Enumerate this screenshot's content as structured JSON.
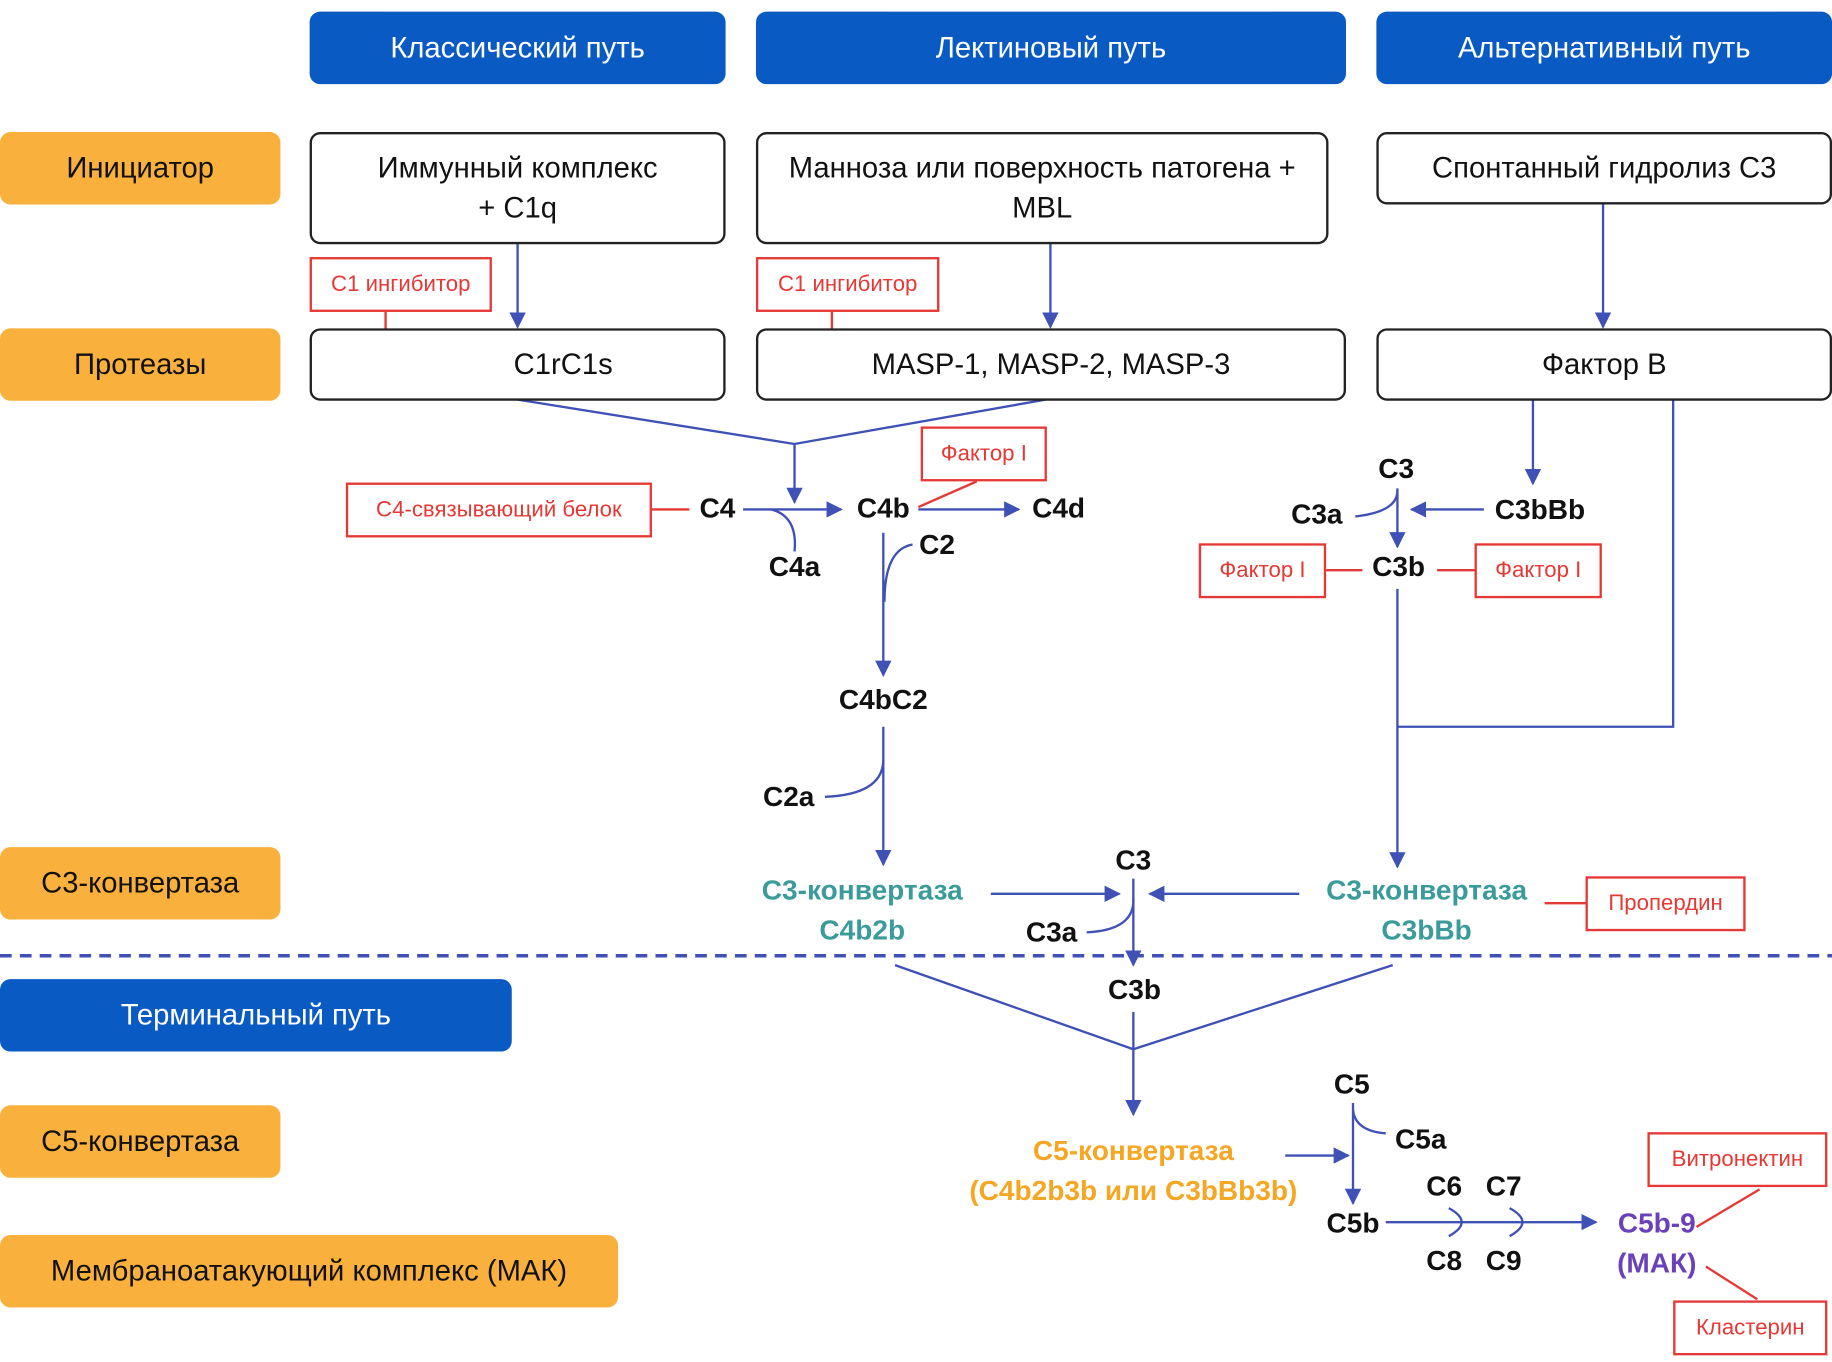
{
  "headers": {
    "classical": "Классический путь",
    "lectin": "Лектиновый путь",
    "alternative": "Альтернативный путь",
    "terminal": "Терминальный путь"
  },
  "rows": {
    "initiator": "Инициатор",
    "proteases": "Протеазы",
    "c3_convertase": "С3-конвертаза",
    "c5_convertase": "С5-конвертаза",
    "mac": "Мембраноатакующий комплекс (МАК)"
  },
  "initiators": {
    "classical": "Иммунный комплекс + С1q",
    "lectin": "Манноза или поверхность патогена + MBL",
    "alternative": "Спонтанный гидролиз С3"
  },
  "proteases": {
    "classical": "C1rC1s",
    "lectin": "MASP-1, MASP-2, MASP-3",
    "alternative": "Фактор В"
  },
  "inhibitors": {
    "c1_inhibitor_classical": "С1 ингибитор",
    "c1_inhibitor_lectin": "С1 ингибитор",
    "c4_binding_protein": "С4-связывающий белок",
    "factor_i_c4b": "Фактор I",
    "factor_i_left": "Фактор I",
    "factor_i_right": "Фактор I",
    "properdin": "Пропердин",
    "vitronectin": "Витронектин",
    "clusterin": "Кластерин"
  },
  "labels": {
    "c4": "C4",
    "c4a": "C4a",
    "c4b": "C4b",
    "c4d": "C4d",
    "c2": "C2",
    "c4bc2": "C4bC2",
    "c2a": "C2a",
    "alt_c3": "C3",
    "alt_c3a": "C3a",
    "c3bbb": "C3bBb",
    "alt_c3b": "C3b",
    "mid_c3": "C3",
    "mid_c3a": "C3a",
    "mid_c3b": "C3b",
    "c5": "C5",
    "c5a": "C5a",
    "c5b": "C5b",
    "c6": "C6",
    "c7": "C7",
    "c8": "C8",
    "c9": "C9"
  },
  "convertases": {
    "c3_classical_line1": "С3-конвертаза",
    "c3_classical_line2": "C4b2b",
    "c3_alternative_line1": "С3-конвертаза",
    "c3_alternative_line2": "C3bBb",
    "c5_line1": "С5-конвертаза",
    "c5_line2": "(C4b2b3b или C3bBb3b)",
    "mac_line1": "C5b-9",
    "mac_line2": "(МАК)"
  },
  "colors": {
    "header_blue": "#0a5ac4",
    "row_orange": "#f9b03c",
    "arrow_blue": "#3f51b5",
    "inhibitor_red": "#e53935",
    "c3_convertase_teal": "#3b9b9b",
    "c5_convertase_orange": "#f5a623",
    "mac_purple": "#6a41b8"
  }
}
